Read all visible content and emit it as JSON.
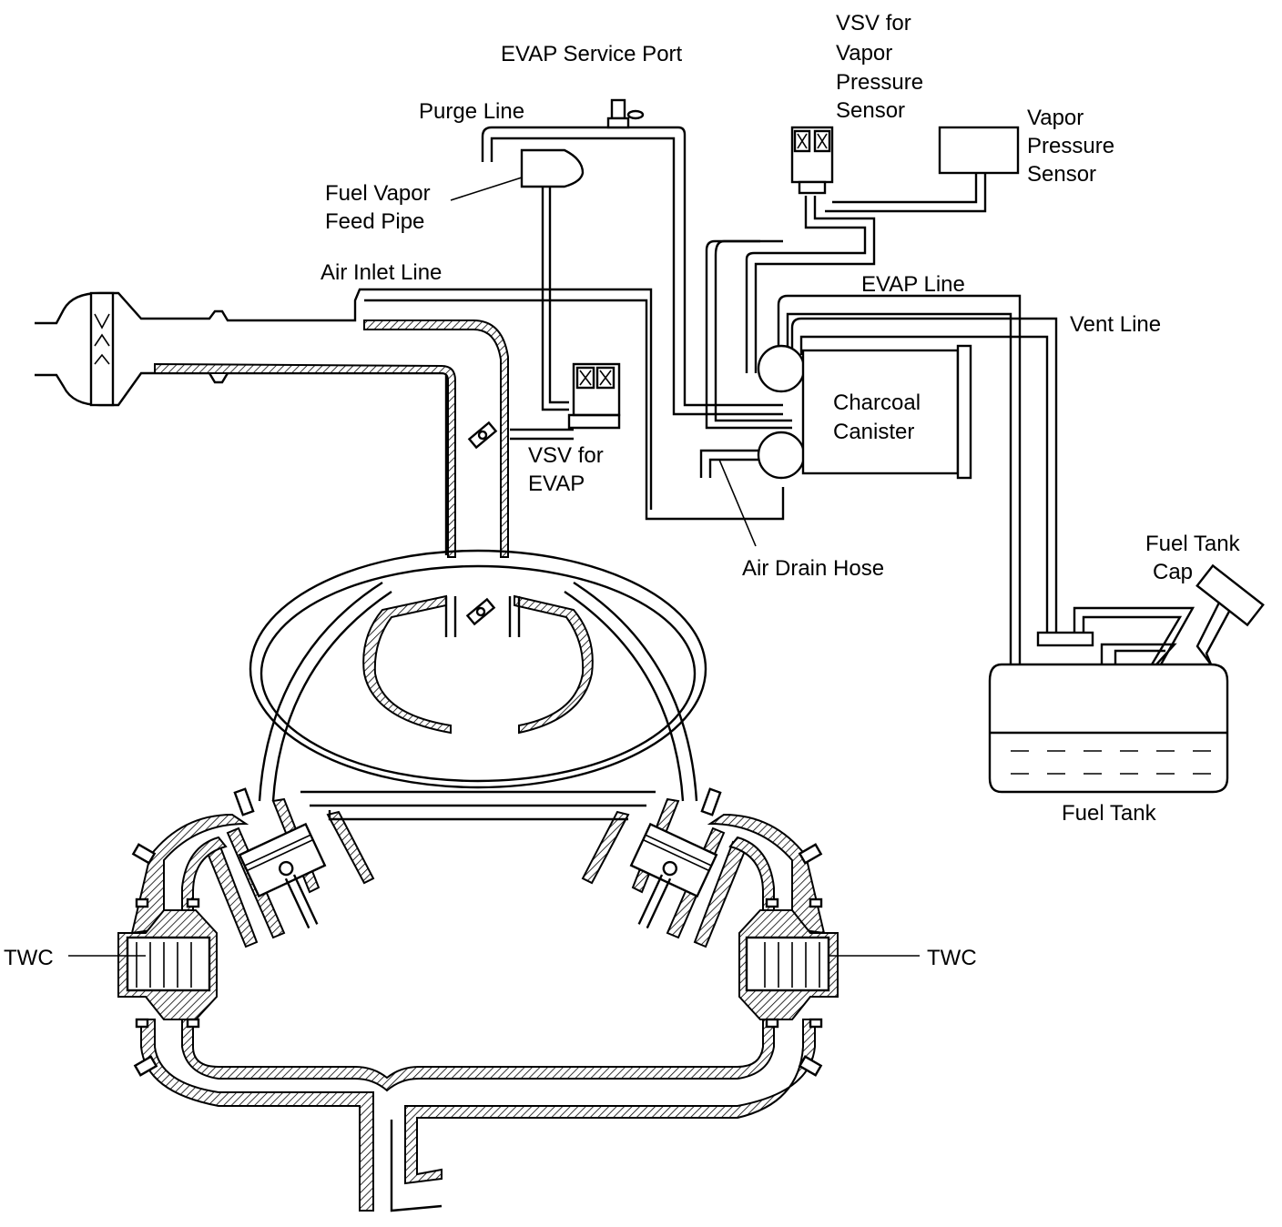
{
  "labels": {
    "evap_service_port": "EVAP Service Port",
    "purge_line": "Purge Line",
    "vsv_vapor_pressure_sensor": [
      "VSV for",
      "Vapor",
      "Pressure",
      "Sensor"
    ],
    "vapor_pressure_sensor": [
      "Vapor",
      "Pressure",
      "Sensor"
    ],
    "fuel_vapor_feed_pipe": [
      "Fuel Vapor",
      "Feed Pipe"
    ],
    "air_inlet_line": "Air Inlet Line",
    "evap_line": "EVAP Line",
    "vent_line": "Vent Line",
    "charcoal_canister": [
      "Charcoal",
      "Canister"
    ],
    "vsv_for_evap": [
      "VSV for",
      "EVAP"
    ],
    "air_drain_hose": "Air Drain Hose",
    "fuel_tank_cap": [
      "Fuel Tank",
      "Cap"
    ],
    "fuel_tank": "Fuel Tank",
    "twc_left": "TWC",
    "twc_right": "TWC"
  }
}
